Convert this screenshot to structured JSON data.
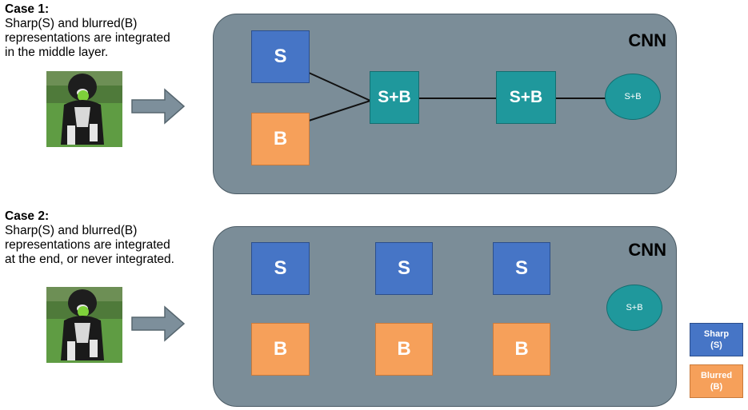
{
  "case1": {
    "title": "Case 1:",
    "lines": [
      "Sharp(S) and blurred(B)",
      "representations are integrated",
      "in the middle layer."
    ],
    "cnn_label": "CNN",
    "nodes": {
      "s": "S",
      "b": "B",
      "sb1": "S+B",
      "sb2": "S+B",
      "output": "S+B"
    }
  },
  "case2": {
    "title": "Case 2:",
    "lines": [
      "Sharp(S) and blurred(B)",
      "representations are integrated",
      "at the end, or never integrated."
    ],
    "cnn_label": "CNN",
    "nodes": {
      "s1": "S",
      "s2": "S",
      "s3": "S",
      "b1": "B",
      "b2": "B",
      "b3": "B",
      "output": "S+B"
    }
  },
  "legend": {
    "sharp": {
      "line1": "Sharp",
      "line2": "(S)"
    },
    "blurred": {
      "line1": "Blurred",
      "line2": "(B)"
    }
  },
  "colors": {
    "sharp": "#4675c6",
    "blurred": "#f6a05a",
    "combined": "#1f989c",
    "panel": "#7b8d98",
    "arrow": "#7d8f9b"
  }
}
